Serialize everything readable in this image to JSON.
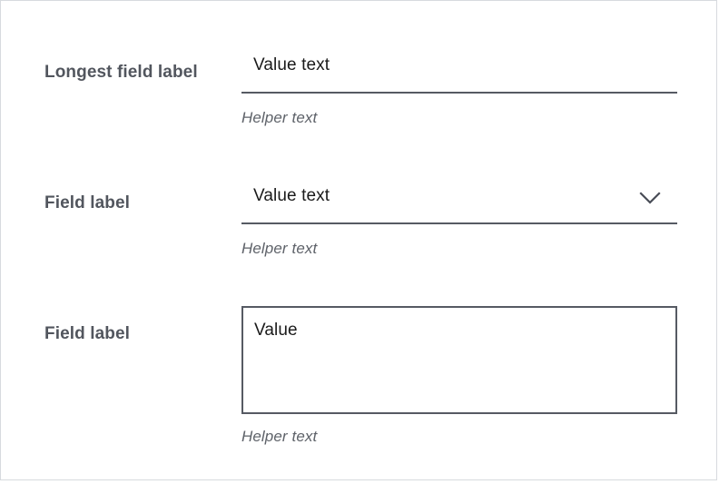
{
  "form": {
    "fields": [
      {
        "type": "text-input",
        "label": "Longest field label",
        "value": "Value text",
        "helper": "Helper text"
      },
      {
        "type": "select",
        "label": "Field label",
        "value": "Value text",
        "helper": "Helper text",
        "icon": "chevron-down-icon"
      },
      {
        "type": "textarea",
        "label": "Field label",
        "value": "Value",
        "helper": "Helper text"
      }
    ]
  },
  "colors": {
    "label": "#52565e",
    "value": "#1a1a1a",
    "helper": "#5e6269",
    "field_border": "#565a63",
    "page_border": "#d7dade",
    "background": "#ffffff"
  }
}
